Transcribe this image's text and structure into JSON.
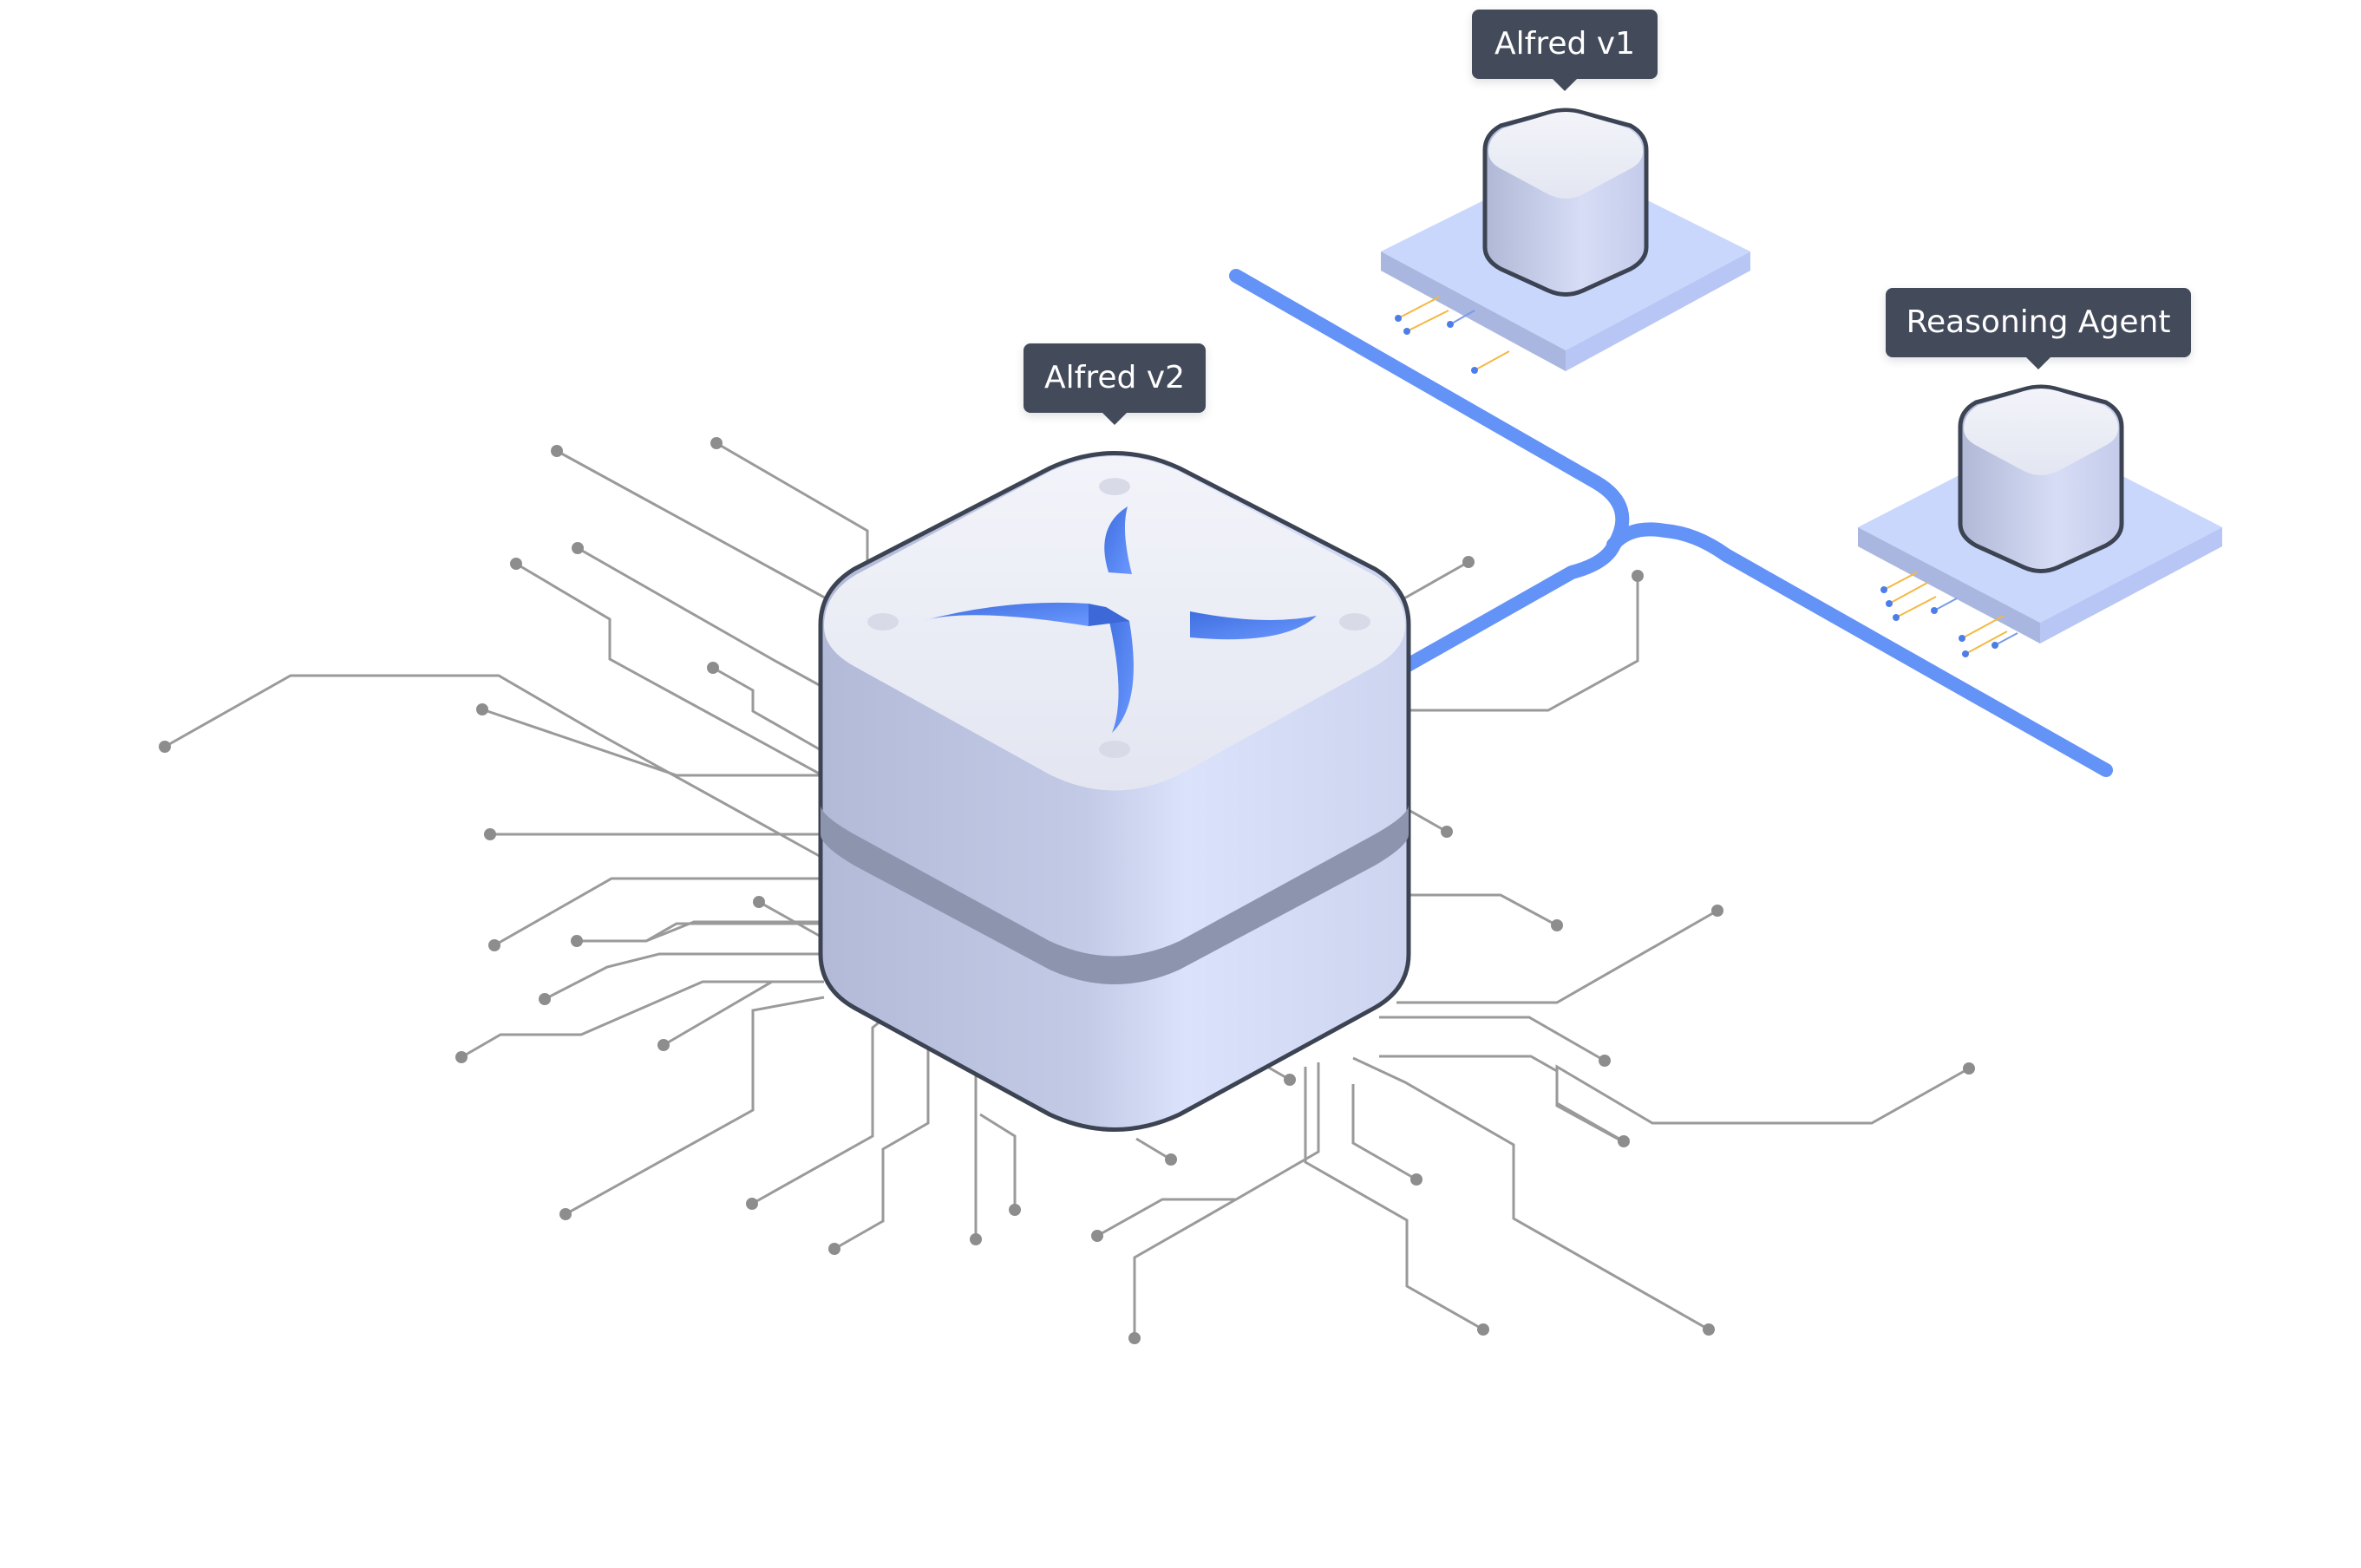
{
  "nodes": {
    "alfred_v2": {
      "label": "Alfred v2"
    },
    "alfred_v1": {
      "label": "Alfred v1"
    },
    "reasoning_agent": {
      "label": "Reasoning Agent"
    }
  },
  "colors": {
    "accent_blue": "#6493f7",
    "trace_gray": "#9a9a9a",
    "tooltip_bg": "#434a5a",
    "cube_light": "#e8ebf6",
    "cube_mid": "#c9cfe8",
    "platform": "#c8d6fb",
    "outline": "#3c4353"
  },
  "icons": [
    "x-logo-icon"
  ]
}
